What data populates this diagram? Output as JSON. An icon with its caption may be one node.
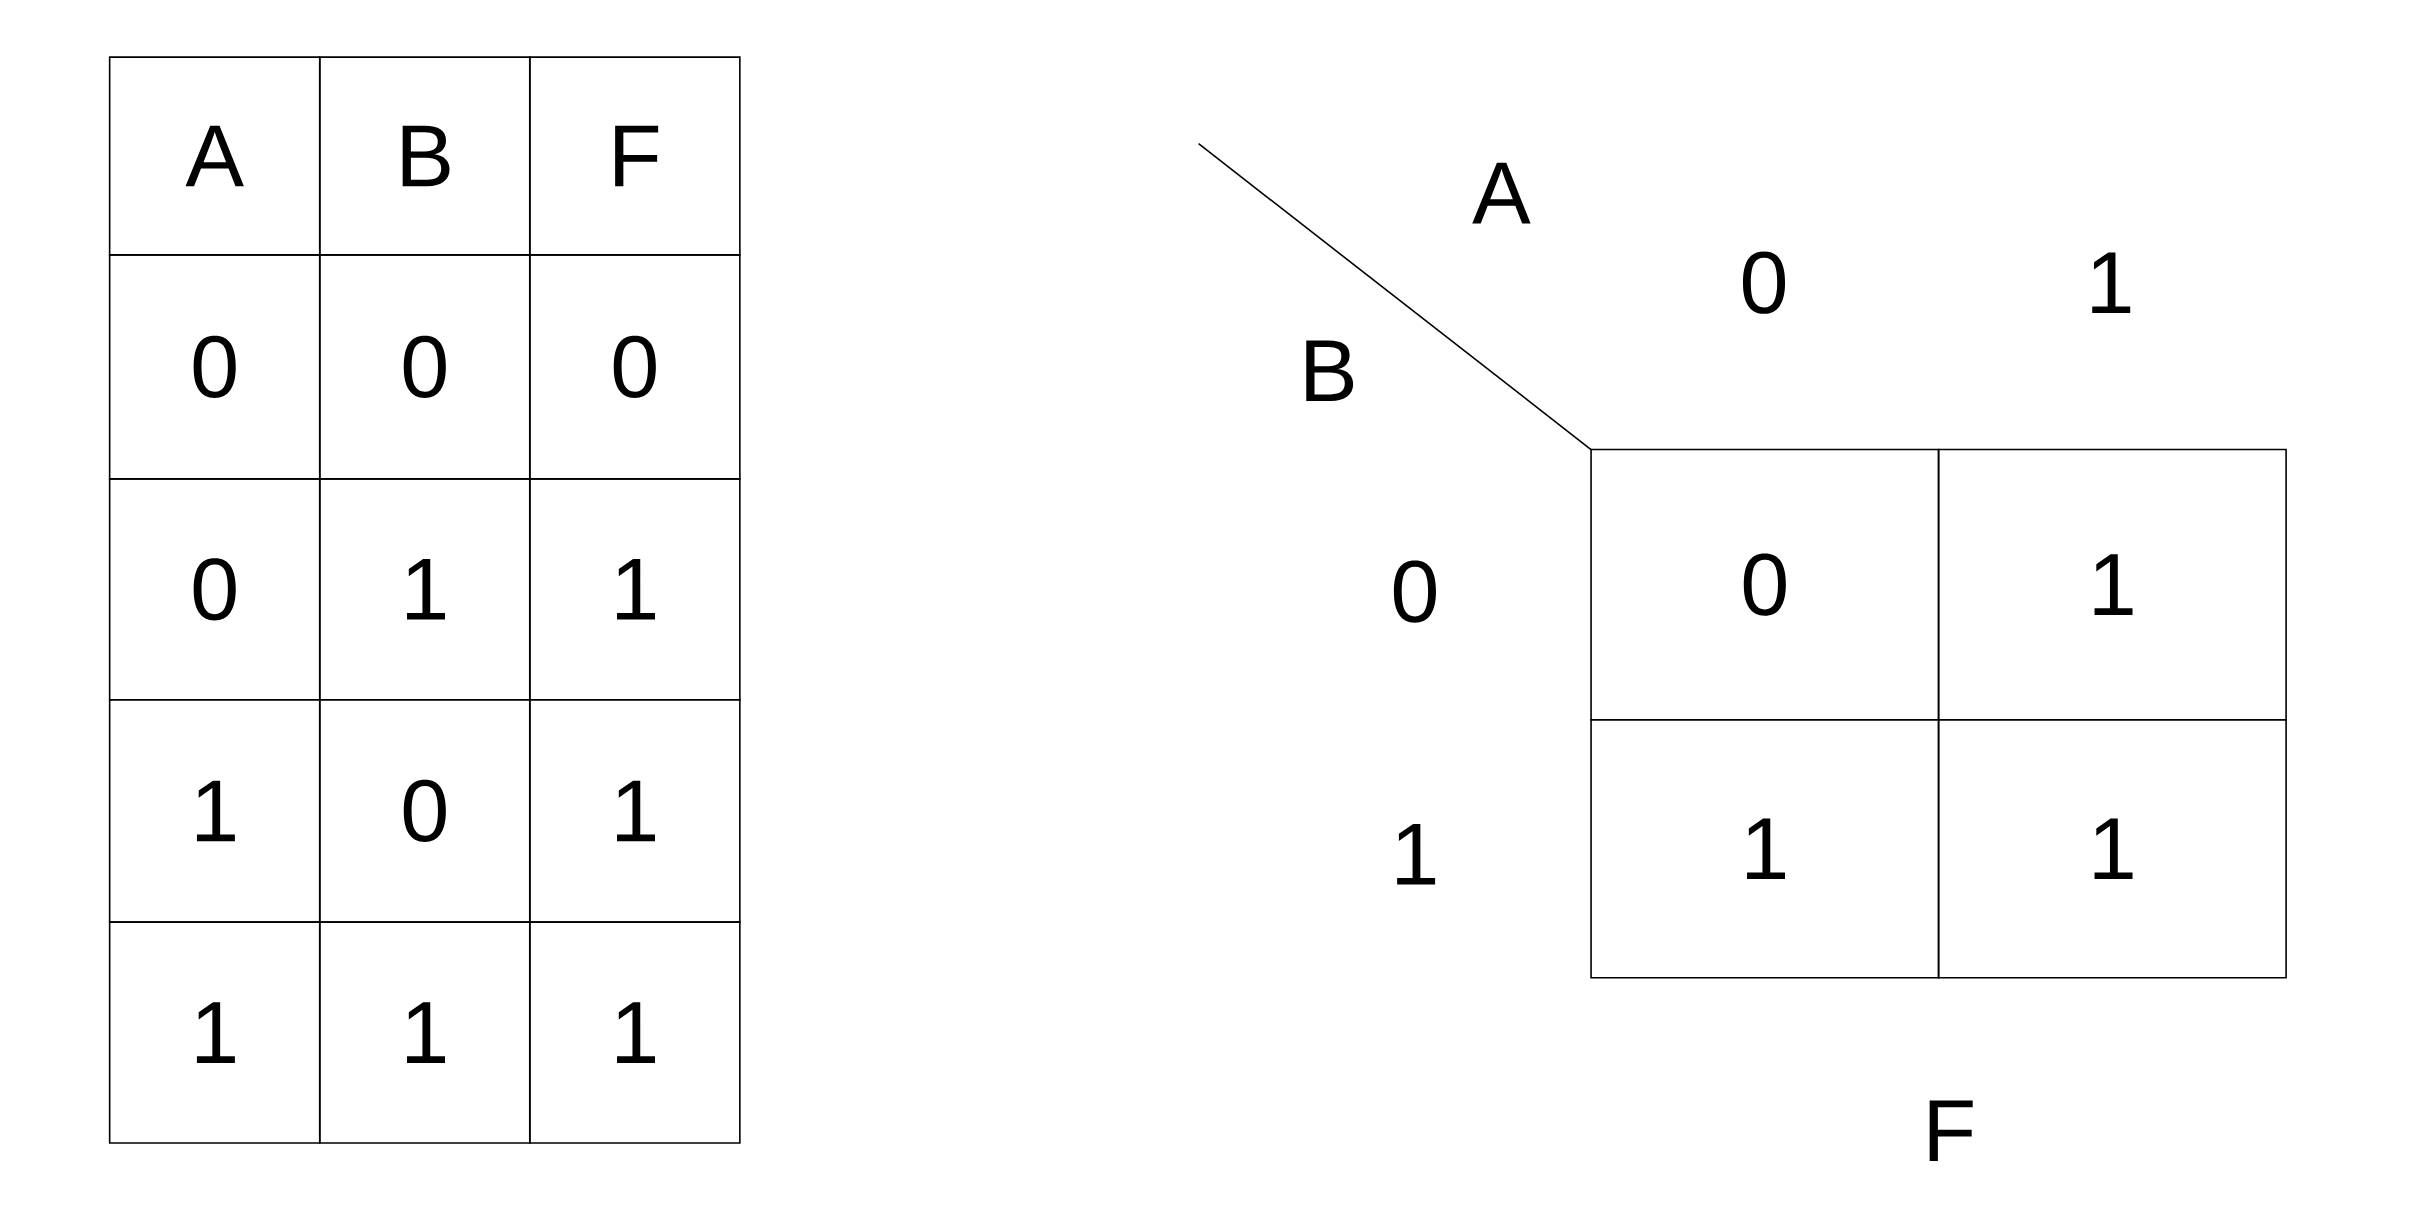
{
  "diagram": {
    "labels": [
      "A",
      "B",
      "F",
      "0",
      "0",
      "0",
      "0",
      "1",
      "1",
      "1",
      "0",
      "1",
      "1",
      "1",
      "1",
      "A",
      "0",
      "1",
      "B",
      "0",
      "0",
      "1",
      "1",
      "1",
      "1",
      "F"
    ]
  }
}
